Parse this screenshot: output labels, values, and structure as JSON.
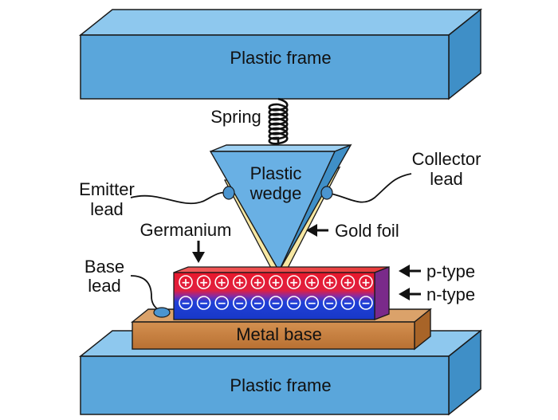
{
  "labels": {
    "top_frame": "Plastic frame",
    "bottom_frame": "Plastic frame",
    "spring": "Spring",
    "wedge_line1": "Plastic",
    "wedge_line2": "wedge",
    "collector_line1": "Collector",
    "collector_line2": "lead",
    "emitter_line1": "Emitter",
    "emitter_line2": "lead",
    "germanium": "Germanium",
    "gold_foil": "Gold foil",
    "base_line1": "Base",
    "base_line2": "lead",
    "p_type": "p-type",
    "n_type": "n-type",
    "metal_base": "Metal base"
  },
  "colors": {
    "frame_front": "#5aa6db",
    "frame_top": "#8ec8ee",
    "frame_side": "#3f8fc7",
    "wedge": "#69b0e4",
    "gold": "#f6e7a2",
    "metal": "#c88442",
    "p_region": "#e8182c",
    "n_region": "#1a3fd2"
  },
  "symbols": {
    "plus": "+",
    "minus": "−"
  }
}
